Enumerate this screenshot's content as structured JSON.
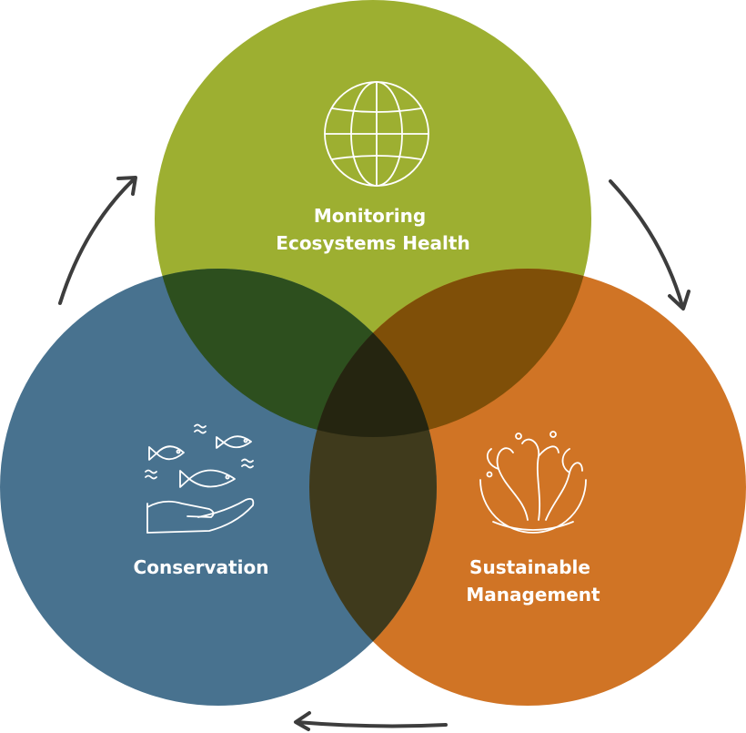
{
  "colors": {
    "monitoring": "#9daf31",
    "sustainable": "#d07425",
    "conservation": "#48728f",
    "overlap_monitoring_conservation": "#2d4f1e",
    "overlap_monitoring_sustainable": "#7f4f08",
    "overlap_conservation_sustainable": "#3f3a1c",
    "overlap_center": "#252510",
    "arrow": "#3d3d3d",
    "label": "#ffffff"
  },
  "circles": [
    {
      "id": "monitoring",
      "icon": "globe-icon",
      "label_lines": [
        "Monitoring",
        "Ecosystems Health"
      ]
    },
    {
      "id": "sustainable",
      "icon": "coral-icon",
      "label_lines": [
        "Sustainable",
        "Management"
      ]
    },
    {
      "id": "conservation",
      "icon": "fish-in-hand-icon",
      "label_lines": [
        "Conservation"
      ]
    }
  ],
  "arrows": [
    {
      "from": "conservation",
      "to": "monitoring"
    },
    {
      "from": "monitoring",
      "to": "sustainable"
    },
    {
      "from": "sustainable",
      "to": "conservation"
    }
  ]
}
